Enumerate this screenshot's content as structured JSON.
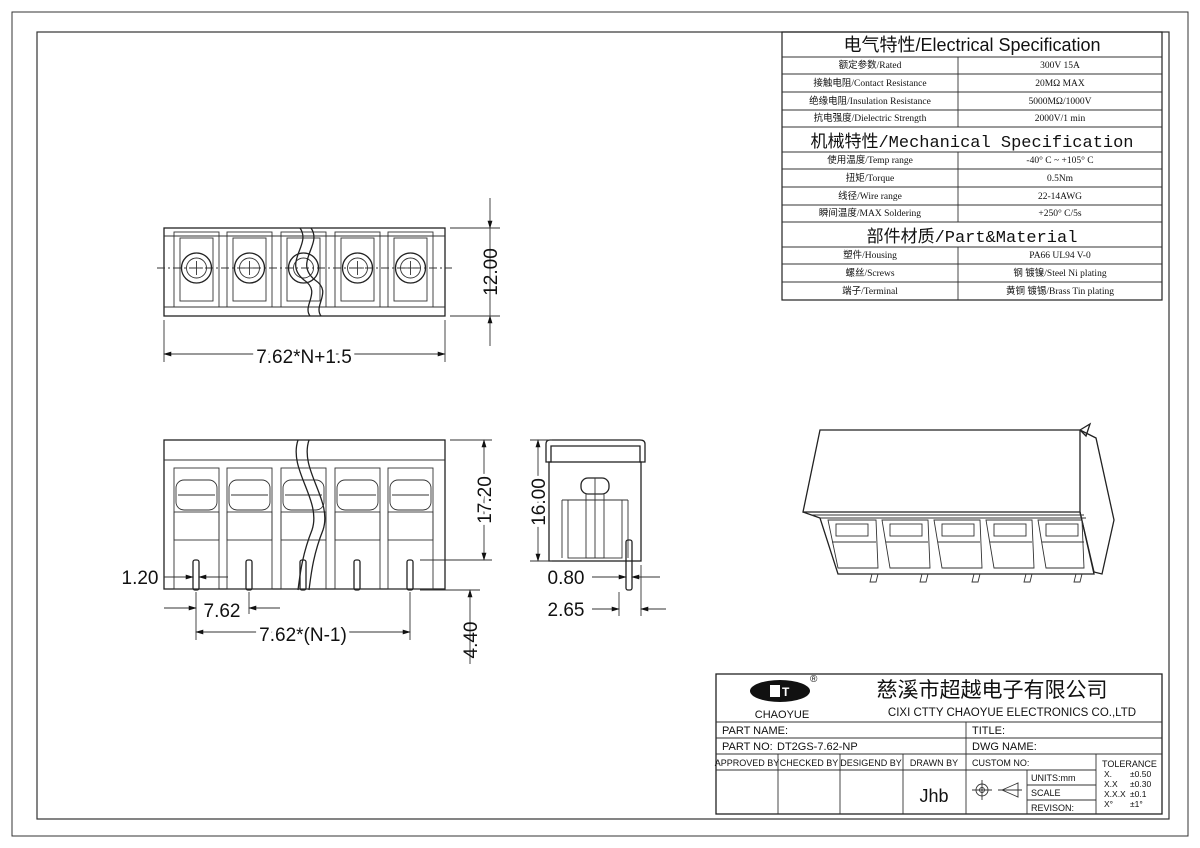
{
  "spec": {
    "electrical_title": "电气特性/Electrical Specification",
    "electrical": [
      {
        "label": "额定参数/Rated",
        "value": "300V 15A"
      },
      {
        "label": "接触电阻/Contact Resistance",
        "value": "20MΩ MAX"
      },
      {
        "label": "绝缘电阻/Insulation Resistance",
        "value": "5000MΩ/1000V"
      },
      {
        "label": "抗电强度/Dielectric Strength",
        "value": "2000V/1 min"
      }
    ],
    "mechanical_title": "机械特性/Mechanical Specification",
    "mechanical": [
      {
        "label": "使用温度/Temp range",
        "value": "-40° C ~ +105° C"
      },
      {
        "label": "扭矩/Torque",
        "value": "0.5Nm"
      },
      {
        "label": "线径/Wire range",
        "value": "22-14AWG"
      },
      {
        "label": "瞬间温度/MAX Soldering",
        "value": "+250° C/5s"
      }
    ],
    "material_title": "部件材质/Part&Material",
    "material": [
      {
        "label": "塑件/Housing",
        "value": "PA66 UL94 V-0"
      },
      {
        "label": "螺丝/Screws",
        "value": "钢 镀镍/Steel Ni plating"
      },
      {
        "label": "端子/Terminal",
        "value": "黄铜 镀锡/Brass Tin  plating"
      }
    ]
  },
  "dimensions": {
    "top_width": "7.62*N+1.5",
    "top_height": "12.00",
    "front_height": "17.20",
    "side_height": "16.00",
    "pin_width": "1.20",
    "pitch": "7.62",
    "span": "7.62*(N-1)",
    "pin_length": "4.40",
    "side_pin": "0.80",
    "side_offset": "2.65"
  },
  "titleblock": {
    "logo_text": "CHAOYUE",
    "logo_mark": "®",
    "company_cn": "慈溪市超越电子有限公司",
    "company_en": "CIXI CTTY CHAOYUE ELECTRONICS CO.,LTD",
    "part_name_label": "PART NAME:",
    "title_label": "TITLE:",
    "part_no_label": "PART NO:",
    "part_no": "DT2GS-7.62-NP",
    "dwg_name_label": "DWG NAME:",
    "approved_by": "APPROVED BY",
    "checked_by": "CHECKED BY",
    "designed_by": "DESIGEND BY",
    "drawn_by": "DRAWN BY",
    "drawn_by_value": "Jhb",
    "custom_no": "CUSTOM NO:",
    "units": "UNITS:mm",
    "scale": "SCALE",
    "revision": "REVISON:",
    "tolerance_title": "TOLERANCE",
    "tolerances": [
      {
        "k": "X.",
        "v": "±0.50"
      },
      {
        "k": "X.X",
        "v": "±0.30"
      },
      {
        "k": "X.X.X",
        "v": "±0.1"
      },
      {
        "k": "X°",
        "v": "±1°"
      }
    ]
  }
}
